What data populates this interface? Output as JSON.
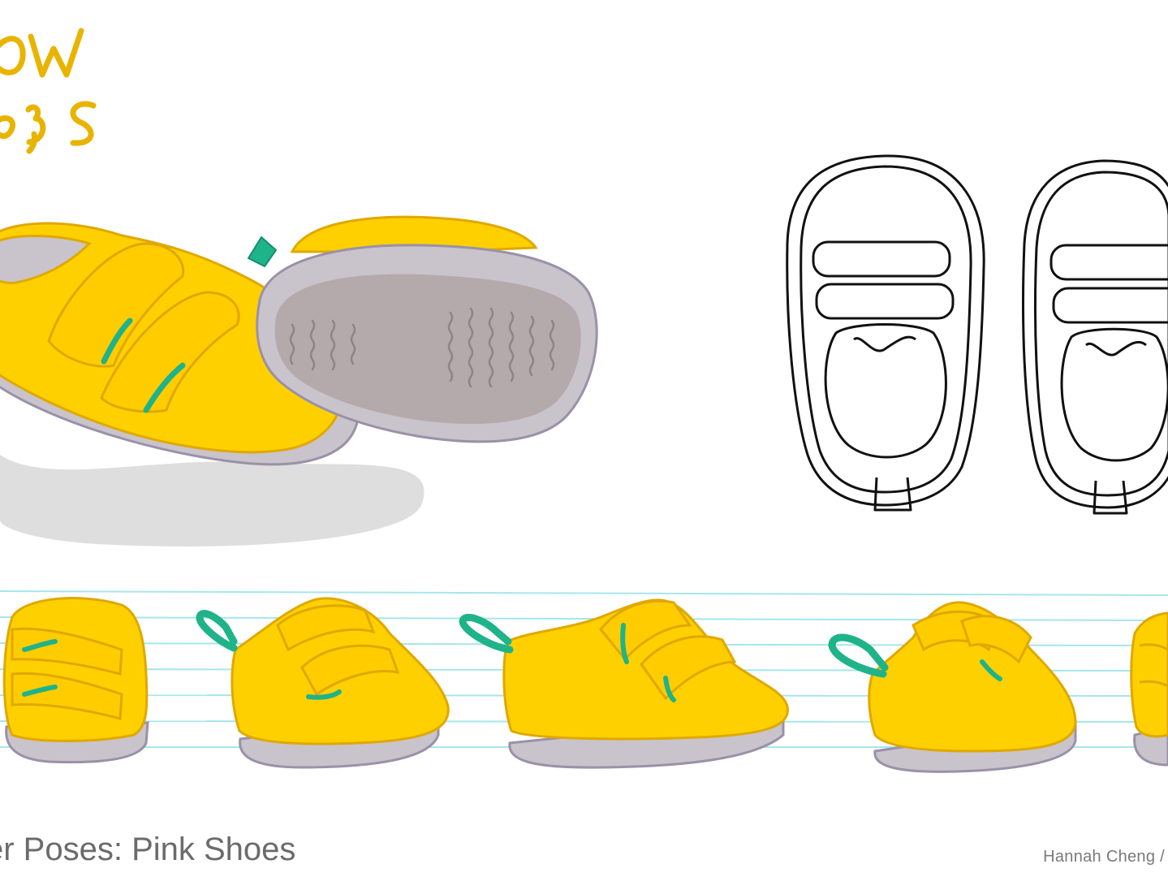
{
  "corner_logo": {
    "line1": "ow",
    "line2": "ᴏʒs"
  },
  "footer": {
    "title": "er Poses: Pink Shoes",
    "credit": "Hannah Cheng /"
  },
  "colors": {
    "shoe_yellow": "#ffd000",
    "shoe_outline": "#e0a800",
    "strap_green": "#1fb38a",
    "sole_lavender": "#c9c3cc",
    "sole_outline": "#9a91a8",
    "shadow_gray": "#dedede",
    "ruled_line": "#a6e6ec",
    "ink": "#111111"
  },
  "icons": [
    "yellow-shoe-pair",
    "shoe-sole",
    "shoe-top-view-sketch",
    "shoe-turnaround"
  ]
}
